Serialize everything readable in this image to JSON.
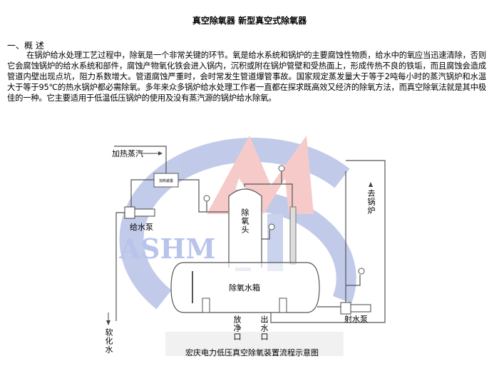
{
  "header": {
    "title": "真空除氧器  新型真空式除氧器"
  },
  "section": {
    "heading": "一、概  述"
  },
  "body": {
    "paragraph": "在锅炉给水处理工艺过程中，除氧是一个非常关键的环节。氧是给水系统和锅炉的主要腐蚀性物质，给水中的氧应当迅速清除，否则它会腐蚀锅炉的给水系统和部件，腐蚀产物氧化铁会进入锅内，沉积或附在锅炉管壁和受热面上，形成传热不良的铁垢，而且腐蚀会造成管道内壁出现点坑，阻力系数增大。管道腐蚀严重时，会时常发生管道爆管事故。国家规定蒸发量大于等于2吨每小时的蒸汽锅炉和水温大于等于95℃的热水锅炉都必需除氧。多年来众多锅炉给水处理工作者一直都在探求既高效又经济的除氧方法，而真空除氧法就是其中极佳的一种。它主要适用于低温低压锅炉的使用及没有蒸汽源的锅炉给水除氧。"
  },
  "diagram": {
    "heating_steam": "加热蒸汽",
    "heater": "加热装置",
    "feed_pump": "给水泵",
    "deaerator_head": "除氧头",
    "tank": "除氧水箱",
    "jet_pump": "射水泵",
    "to_boiler": "去锅炉",
    "soft_water": "软化水",
    "drain": "放净口",
    "outlet": "出水口",
    "caption": "宏庆电力低压真空除氧装置流程示意图",
    "watermark": "ASHM"
  }
}
